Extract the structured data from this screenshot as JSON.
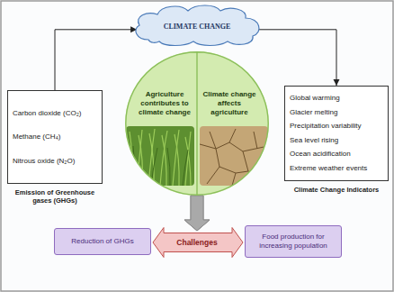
{
  "diagram": {
    "nodes": [
      {
        "text": [
          "CLIMATE CHANGE"
        ]
      },
      {
        "text": [
          "Carbon dioxide (CO₂)",
          "Methane (CH₄)",
          "Nitrous oxide (N₂O)",
          "Emission of Greenhouse gases (GHGs)"
        ]
      },
      {
        "text": [
          "Agriculture contributes to climate change"
        ]
      },
      {
        "text": [
          "Climate change affects agriculture"
        ]
      },
      {
        "text": [
          "Global warming",
          "Glacier melting",
          "Precipitation variability",
          "Sea level rising",
          "Ocean acidification",
          "Extreme weather events",
          "Climate Change Indicators"
        ]
      },
      {
        "text": [
          "Reduction of GHGs"
        ]
      },
      {
        "text": [
          "Challenges"
        ]
      },
      {
        "text": [
          "Food production for increasing population"
        ]
      }
    ],
    "edges": [
      {
        "from": 1,
        "to": 0,
        "arrow": "to"
      },
      {
        "from": 0,
        "to": 4,
        "arrow": "to"
      },
      {
        "from": 2,
        "to": 6,
        "arrow": "to"
      },
      {
        "from": 3,
        "to": 6,
        "arrow": "to"
      },
      {
        "from": 6,
        "to": 5,
        "arrow": "to"
      },
      {
        "from": 6,
        "to": 7,
        "arrow": "to"
      }
    ]
  }
}
